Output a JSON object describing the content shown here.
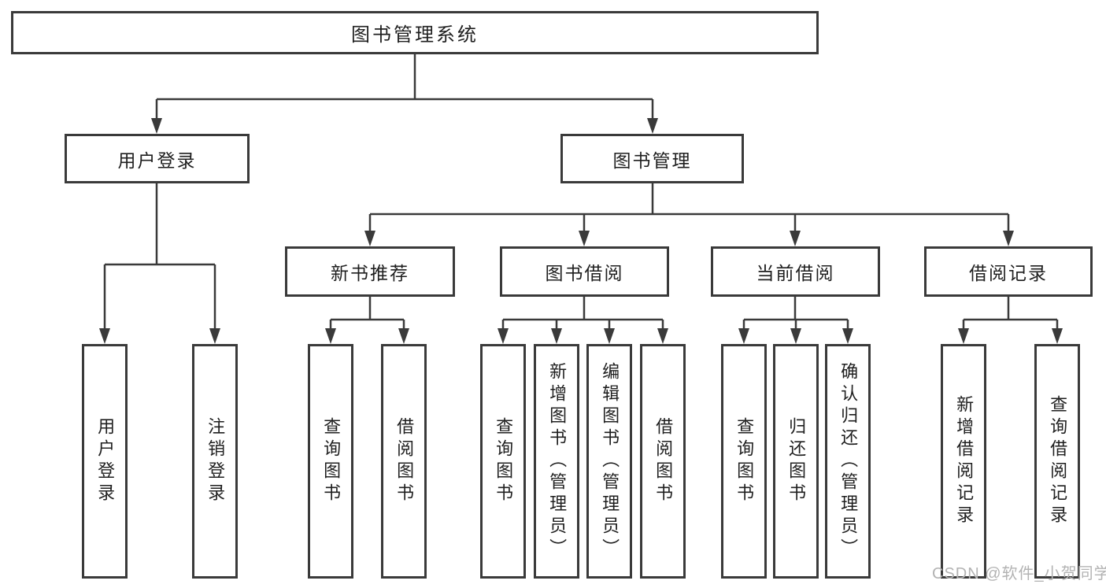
{
  "diagram": {
    "title": "图书管理系统",
    "level2": {
      "user_login": "用户登录",
      "book_management": "图书管理"
    },
    "level3": {
      "new_books": "新书推荐",
      "book_borrow": "图书借阅",
      "current_borrow": "当前借阅",
      "borrow_records": "借阅记录"
    },
    "leaves": {
      "user_login": [
        "用户登录",
        "注销登录"
      ],
      "new_books": [
        "查询图书",
        "借阅图书"
      ],
      "book_borrow": [
        "查询图书",
        "新增图书（管理员）",
        "编辑图书（管理员）",
        "借阅图书"
      ],
      "current_borrow": [
        "查询图书",
        "归还图书",
        "确认归还（管理员）"
      ],
      "borrow_records": [
        "新增借阅记录",
        "查询借阅记录"
      ]
    },
    "watermark": "CSDN @软件_小贺同学",
    "colors": {
      "line": "#3a3a3a",
      "text": "#1f1f1f",
      "watermark": "#b3b3b3",
      "background": "#ffffff"
    }
  }
}
